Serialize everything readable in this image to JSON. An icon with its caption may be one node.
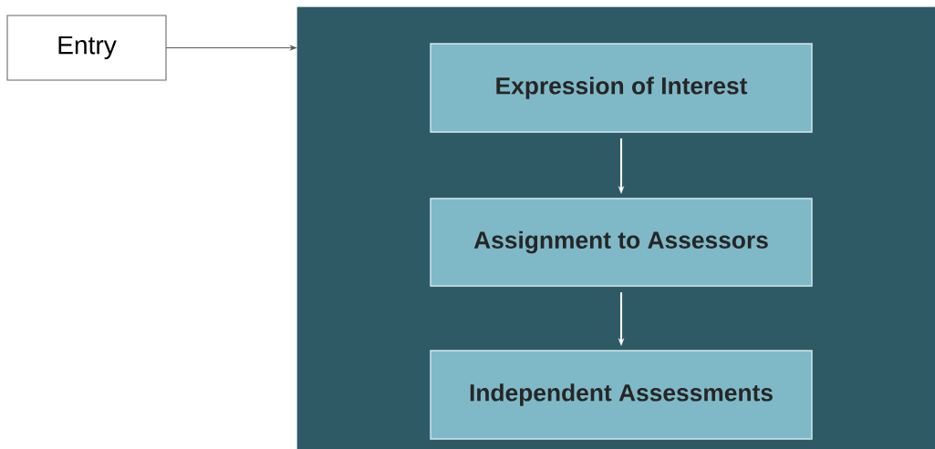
{
  "diagram": {
    "nodes": [
      {
        "text": [
          "Entry"
        ]
      },
      {
        "text": [],
        "shape": "box"
      },
      {
        "text": [
          "Expression of Interest"
        ],
        "in": 1
      },
      {
        "text": [
          "Assignment to Assessors"
        ],
        "in": 1
      },
      {
        "text": [
          "Independent Assessments"
        ],
        "in": 1
      }
    ],
    "edges": [
      {
        "from": 0,
        "to": 1,
        "arrow": "to",
        "color": "#5a5a5a"
      },
      {
        "from": 2,
        "to": 3,
        "arrow": "to"
      },
      {
        "from": 3,
        "to": 4,
        "arrow": "to"
      }
    ]
  }
}
